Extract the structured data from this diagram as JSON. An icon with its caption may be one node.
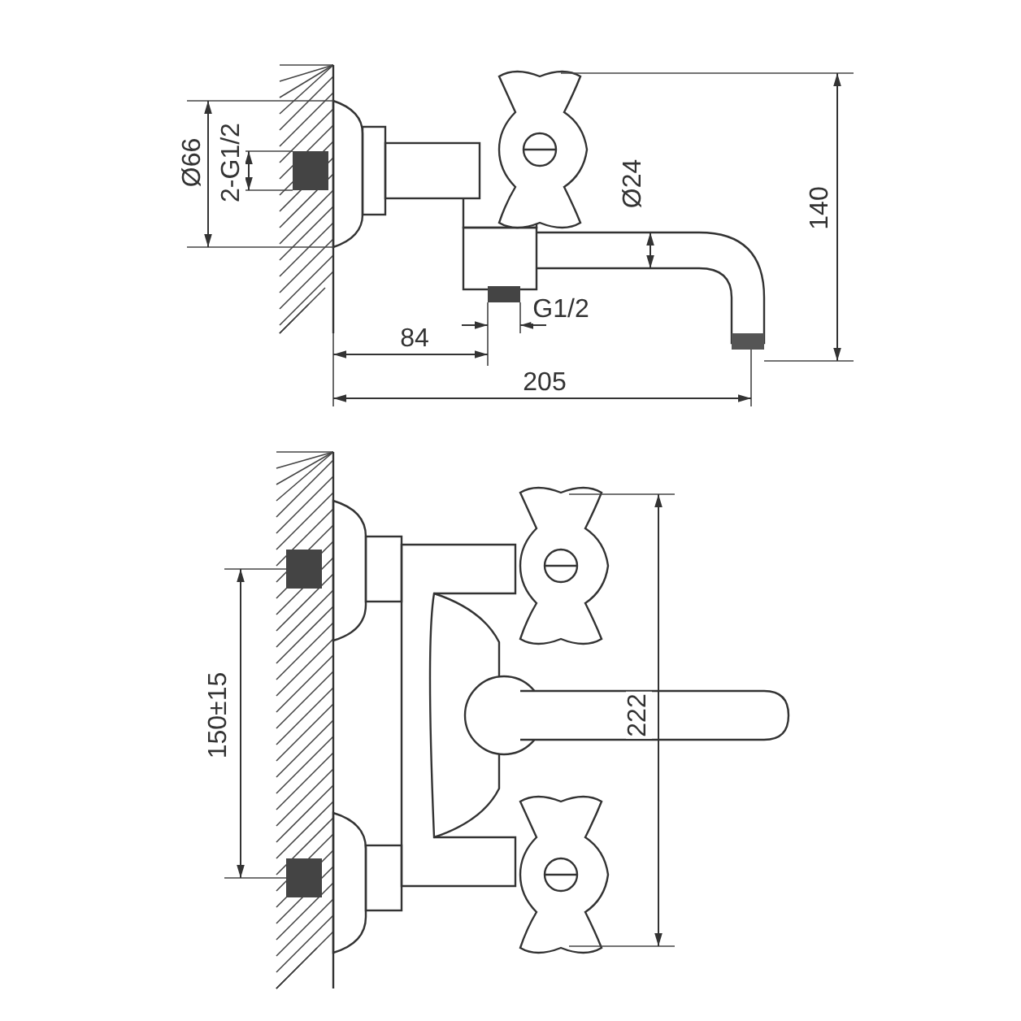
{
  "diagram": {
    "labels": [
      "Ø66",
      "2-G1/2",
      "Ø24",
      "140",
      "84",
      "G1/2",
      "205",
      "150±15",
      "222"
    ]
  }
}
